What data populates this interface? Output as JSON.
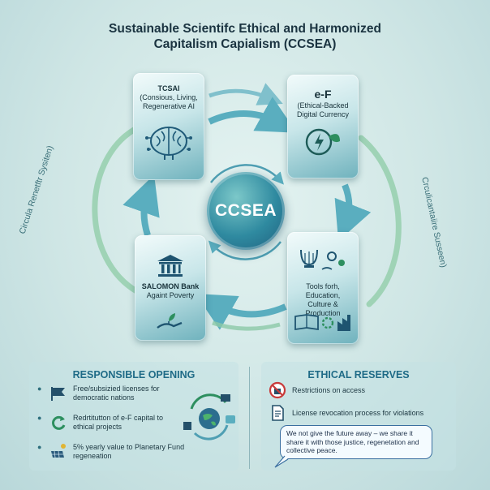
{
  "title": {
    "line1": "Sustainable Scientifc Ethical and Harmonized",
    "line2": "Capitalism Capialism (CCSEA)"
  },
  "side_labels": {
    "left": "Circula Renetftr Sysiten)",
    "right": "Crculicantaiire Susseen)"
  },
  "center": {
    "label": "CCSEA"
  },
  "boxes": {
    "tcsai": {
      "title": "TCSAI",
      "line1": "(Consious, Living,",
      "line2": "Regenerative AI",
      "icon": "brain-icon"
    },
    "ef": {
      "title": "e-F",
      "line1": "(Ethical-Backed",
      "line2": "Digital Currency",
      "icon": "energy-leaf-icon"
    },
    "salomon": {
      "title": "SALOMON Bank",
      "line1": "Againt Poverty",
      "icon": "bank-icon"
    },
    "tools": {
      "line1": "Tools forh, Education,",
      "line2": "Culture & Production",
      "icon": "culture-tools-icon"
    }
  },
  "responsible_opening": {
    "heading": "RESPONSIBLE OPENING",
    "items": [
      {
        "line1": "Free/subsizied licenses for",
        "line2": "democratic nations",
        "icon": "flag-icon"
      },
      {
        "line1": "Redrtitutton of e-F capital to",
        "line2": "ethical projects",
        "icon": "recycle-icon"
      },
      {
        "line1": "5% yearly value to Planetary Fund",
        "line2": "regeneation",
        "icon": "solar-panel-icon"
      }
    ]
  },
  "ethical_reserves": {
    "heading": "ETHICAL RESERVES",
    "items": [
      {
        "line1": "Restrictions on access",
        "icon": "restricted-icon"
      },
      {
        "line1": "License revocation process for violations",
        "icon": "document-icon"
      }
    ],
    "quote": {
      "line1": "We not give the future away – we share it",
      "line2": "share it with those justice, regenetation and",
      "line3": "collective peace."
    }
  },
  "colors": {
    "accent": "#1f6b87",
    "arrow": "#5aaebf",
    "arrow_green": "#8cc9a7",
    "center": "#2f8aa0"
  }
}
